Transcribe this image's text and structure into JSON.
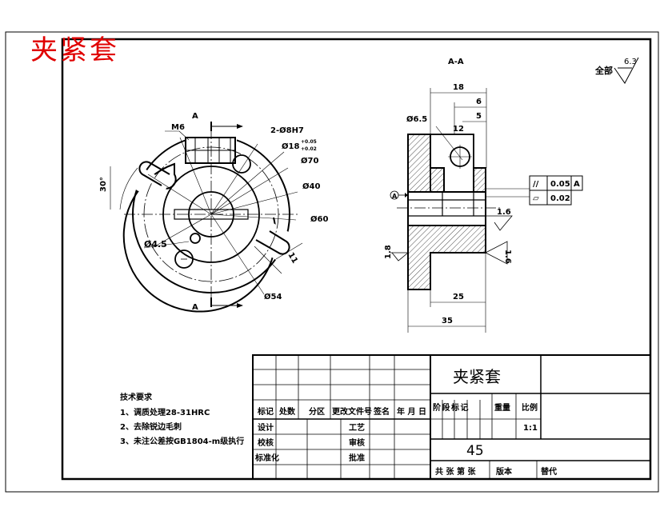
{
  "drawing_title": "夹紧套",
  "section_label": "A-A",
  "roughness": {
    "prefix": "全部",
    "value": "6.3"
  },
  "view_left": {
    "arrow_label_top": "A",
    "arrow_label_bottom": "A",
    "dims": {
      "m6": "M6",
      "holes": "2-Ø8H7",
      "d18": "Ø18",
      "d18_tol_up": "+0.05",
      "d18_tol_low": "+0.02",
      "d70": "Ø70",
      "d40": "Ø40",
      "d60": "Ø60",
      "d54": "Ø54",
      "d4_5": "Ø4.5",
      "angle": "30°",
      "dim11": "11"
    }
  },
  "view_right": {
    "dims": {
      "d6_5": "Ø6.5",
      "w18": "18",
      "w6a": "6",
      "w5": "5",
      "w12": "12",
      "w25": "25",
      "w35": "35",
      "r16": "1.6",
      "r18": "1.8",
      "r16b": "1.6"
    },
    "datum": "A",
    "gdt": [
      {
        "symbol": "//",
        "value": "0.05",
        "datum": "A"
      },
      {
        "symbol": "▱",
        "value": "0.02",
        "datum": ""
      }
    ]
  },
  "tech_requirements": {
    "heading": "技术要求",
    "items": [
      "1、调质处理28-31HRC",
      "2、去除锐边毛刺",
      "3、未注公差按GB1804-m级执行"
    ]
  },
  "title_block": {
    "part_name": "夹紧套",
    "row_headers": [
      "标记",
      "处数",
      "分区",
      "更改文件号",
      "签名",
      "年 月 日"
    ],
    "sign_rows": [
      "设计",
      "校核",
      "标准化"
    ],
    "sign_right": [
      "工艺",
      "审核",
      "批准"
    ],
    "stage_headers": [
      "阶 段 标 记",
      "重量",
      "比例"
    ],
    "scale": "1:1",
    "material": "45",
    "sheet_info": [
      "共 张 第 张",
      "版本",
      "替代"
    ]
  }
}
